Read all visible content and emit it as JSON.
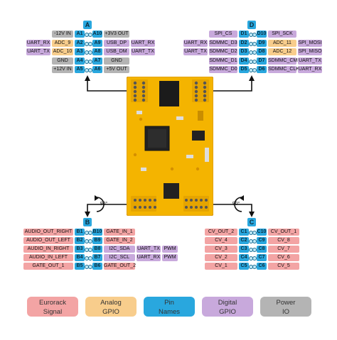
{
  "colors": {
    "eurorack": "#f3a4a4",
    "analog": "#f8cd8c",
    "pins": "#29a7de",
    "digital": "#c8a9dc",
    "power": "#b4b4b4",
    "board": "#f4b400"
  },
  "headers": {
    "a": "A",
    "b": "B",
    "c": "C",
    "d": "D"
  },
  "rotation_label": "90°",
  "legend": [
    {
      "name": "legend-eurorack",
      "line1": "Eurorack",
      "line2": "Signal",
      "color": "#f3a4a4"
    },
    {
      "name": "legend-analog",
      "line1": "Analog",
      "line2": "GPIO",
      "color": "#f8cd8c"
    },
    {
      "name": "legend-pins",
      "line1": "Pin",
      "line2": "Names",
      "color": "#29a7de"
    },
    {
      "name": "legend-digital",
      "line1": "Digital",
      "line2": "GPIO",
      "color": "#c8a9dc"
    },
    {
      "name": "legend-power",
      "line1": "Power",
      "line2": "IO",
      "color": "#b4b4b4"
    }
  ],
  "group_a": {
    "left_rows": [
      {
        "f1": "",
        "f2": "-12V IN",
        "pin": "A1",
        "c1": "",
        "c2": "power"
      },
      {
        "f1": "UART_RX",
        "f2": "ADC_9",
        "pin": "A2",
        "c1": "digital",
        "c2": "analog"
      },
      {
        "f1": "UART_TX",
        "f2": "ADC_10",
        "pin": "A3",
        "c1": "digital",
        "c2": "analog"
      },
      {
        "f1": "",
        "f2": "GND",
        "pin": "A4",
        "c1": "",
        "c2": "power"
      },
      {
        "f1": "",
        "f2": "+12V IN",
        "pin": "A5",
        "c1": "",
        "c2": "power"
      }
    ],
    "right_rows": [
      {
        "pin": "A10",
        "f1": "+3V3 OUT",
        "f2": "",
        "c1": "power",
        "c2": ""
      },
      {
        "pin": "A9",
        "f1": "USB_DP",
        "f2": "UART_RX",
        "c1": "digital",
        "c2": "digital"
      },
      {
        "pin": "A8",
        "f1": "USB_DM",
        "f2": "UART_TX",
        "c1": "digital",
        "c2": "digital"
      },
      {
        "pin": "A7",
        "f1": "GND",
        "f2": "",
        "c1": "power",
        "c2": ""
      },
      {
        "pin": "A6",
        "f1": "+5V OUT",
        "f2": "",
        "c1": "power",
        "c2": ""
      }
    ]
  },
  "group_d": {
    "left_rows": [
      {
        "f1": "",
        "f2": "SPI_CS",
        "pin": "D1",
        "c1": "",
        "c2": "digital"
      },
      {
        "f1": "UART_RX",
        "f2": "SDMMC_D3",
        "pin": "D2",
        "c1": "digital",
        "c2": "digital"
      },
      {
        "f1": "UART_TX",
        "f2": "SDMMC_D2",
        "pin": "D3",
        "c1": "digital",
        "c2": "digital"
      },
      {
        "f1": "",
        "f2": "SDMMC_D1",
        "pin": "D4",
        "c1": "",
        "c2": "digital"
      },
      {
        "f1": "",
        "f2": "SDMMC_D0",
        "pin": "D5",
        "c1": "",
        "c2": "digital"
      }
    ],
    "right_rows": [
      {
        "pin": "D10",
        "f1": "SPI_SCK",
        "f2": "",
        "c1": "digital",
        "c2": ""
      },
      {
        "pin": "D9",
        "f1": "ADC_11",
        "f2": "SPI_MOSI",
        "c1": "analog",
        "c2": "digital"
      },
      {
        "pin": "D8",
        "f1": "ADC_12",
        "f2": "SPI_MISO",
        "c1": "analog",
        "c2": "digital"
      },
      {
        "pin": "D7",
        "f1": "SDMMC_CMD",
        "f2": "UART_TX",
        "c1": "digital",
        "c2": "digital"
      },
      {
        "pin": "D6",
        "f1": "SDMMC_CLK",
        "f2": "UART_RX",
        "c1": "digital",
        "c2": "digital"
      }
    ]
  },
  "group_b": {
    "left_rows": [
      {
        "f1": "AUDIO_OUT_RIGHT",
        "pin": "B1",
        "c1": "eurorack"
      },
      {
        "f1": "AUDIO_OUT_LEFT",
        "pin": "B2",
        "c1": "eurorack"
      },
      {
        "f1": "AUDIO_IN_RIGHT",
        "pin": "B3",
        "c1": "eurorack"
      },
      {
        "f1": "AUDIO_IN_LEFT",
        "pin": "B4",
        "c1": "eurorack"
      },
      {
        "f1": "GATE_OUT_1",
        "pin": "B5",
        "c1": "eurorack"
      }
    ],
    "right_rows": [
      {
        "pin": "B10",
        "f1": "GATE_IN_1",
        "f2": "",
        "c1": "eurorack",
        "c2": ""
      },
      {
        "pin": "B9",
        "f1": "GATE_IN_2",
        "f2": "",
        "c1": "eurorack",
        "c2": ""
      },
      {
        "pin": "B8",
        "f1": "I2C_SDA",
        "f2": "UART_TX",
        "f3": "PWM",
        "c1": "digital",
        "c2": "digital"
      },
      {
        "pin": "B7",
        "f1": "I2C_SCL",
        "f2": "UART_RX",
        "f3": "PWM",
        "c1": "digital",
        "c2": "digital"
      },
      {
        "pin": "B6",
        "f1": "GATE_OUT_2",
        "f2": "",
        "c1": "eurorack",
        "c2": ""
      }
    ]
  },
  "group_c": {
    "left_rows": [
      {
        "f1": "CV_OUT_2",
        "pin": "C1",
        "c1": "eurorack"
      },
      {
        "f1": "CV_4",
        "pin": "C2",
        "c1": "eurorack"
      },
      {
        "f1": "CV_3",
        "pin": "C3",
        "c1": "eurorack"
      },
      {
        "f1": "CV_2",
        "pin": "C4",
        "c1": "eurorack"
      },
      {
        "f1": "CV_1",
        "pin": "C5",
        "c1": "eurorack"
      }
    ],
    "right_rows": [
      {
        "pin": "C10",
        "f1": "CV_OUT_1",
        "c1": "eurorack"
      },
      {
        "pin": "C9",
        "f1": "CV_8",
        "c1": "eurorack"
      },
      {
        "pin": "C8",
        "f1": "CV_7",
        "c1": "eurorack"
      },
      {
        "pin": "C7",
        "f1": "CV_6",
        "c1": "eurorack"
      },
      {
        "pin": "C6",
        "f1": "CV_5",
        "c1": "eurorack"
      }
    ]
  }
}
